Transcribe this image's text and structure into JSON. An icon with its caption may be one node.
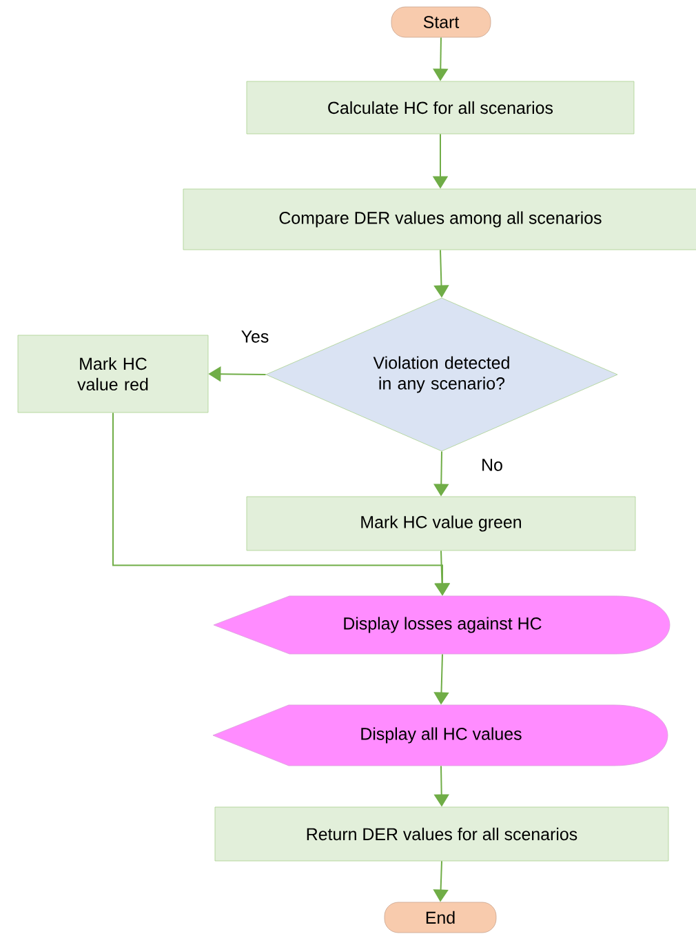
{
  "diagram": {
    "nodes": [
      {
        "text": [
          "Start"
        ]
      },
      {
        "text": [
          "Calculate HC for all scenarios"
        ]
      },
      {
        "text": [
          "Compare DER values among all scenarios"
        ]
      },
      {
        "text": [
          "Violation detected in any scenario?"
        ]
      },
      {
        "text": [
          "Mark HC value red"
        ]
      },
      {
        "text": [
          "Mark HC value green"
        ]
      },
      {
        "text": [
          "Display losses against HC"
        ]
      },
      {
        "text": [
          "Display all HC values"
        ]
      },
      {
        "text": [
          "Return DER values for all scenarios"
        ]
      },
      {
        "text": [
          "End"
        ]
      }
    ],
    "edges": [
      {
        "from": 0,
        "to": 1,
        "arrow": "to"
      },
      {
        "from": 1,
        "to": 2,
        "arrow": "to"
      },
      {
        "from": 2,
        "to": 3,
        "arrow": "to"
      },
      {
        "from": 3,
        "to": 4,
        "arrow": "to",
        "label": "Yes"
      },
      {
        "from": 3,
        "to": 5,
        "arrow": "to",
        "label": "No"
      },
      {
        "from": 5,
        "to": 6,
        "arrow": "to"
      },
      {
        "from": 4,
        "to": 6,
        "arrow": "to"
      },
      {
        "from": 6,
        "to": 7,
        "arrow": "to"
      },
      {
        "from": 7,
        "to": 8,
        "arrow": "to"
      },
      {
        "from": 8,
        "to": 9,
        "arrow": "to"
      }
    ]
  }
}
